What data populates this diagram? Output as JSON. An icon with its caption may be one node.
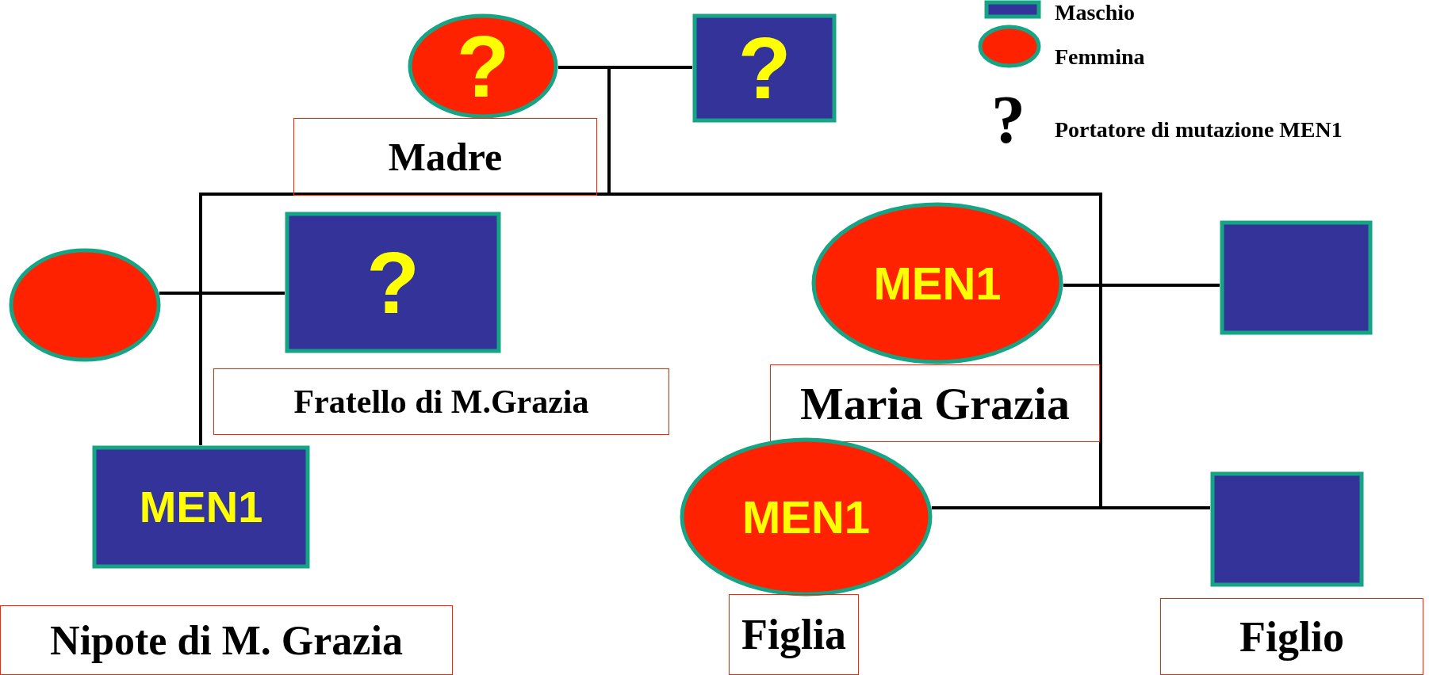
{
  "diagram": {
    "nodes": [
      {
        "text": [
          "?"
        ],
        "beside": [
          "Madre"
        ]
      },
      {
        "text": [
          "?"
        ]
      },
      {
        "text": [],
        "shape": "circle"
      },
      {
        "text": [
          "?"
        ],
        "beside": [
          "Fratello di M.Grazia"
        ]
      },
      {
        "text": [
          "MEN1"
        ],
        "beside": [
          "Nipote di M. Grazia"
        ]
      },
      {
        "text": [
          "MEN1"
        ],
        "beside": [
          "Maria Grazia"
        ]
      },
      {
        "text": [],
        "shape": "box"
      },
      {
        "text": [
          "MEN1"
        ],
        "beside": [
          "Figlia"
        ]
      },
      {
        "text": [],
        "shape": "box",
        "beside": [
          "Figlio"
        ]
      }
    ],
    "edges": [
      {
        "from": 0,
        "to": 1,
        "arrow": "none"
      },
      {
        "from": 2,
        "to": 3,
        "arrow": "none"
      },
      {
        "from": 5,
        "to": 6,
        "arrow": "none"
      },
      {
        "from": 0,
        "to": 3,
        "arrow": "none"
      },
      {
        "from": 1,
        "to": 3,
        "arrow": "none"
      },
      {
        "from": 0,
        "to": 5,
        "arrow": "none"
      },
      {
        "from": 1,
        "to": 5,
        "arrow": "none"
      },
      {
        "from": 2,
        "to": 4,
        "arrow": "none"
      },
      {
        "from": 3,
        "to": 4,
        "arrow": "none"
      },
      {
        "from": 5,
        "to": 7,
        "arrow": "none"
      },
      {
        "from": 6,
        "to": 7,
        "arrow": "none"
      },
      {
        "from": 5,
        "to": 8,
        "arrow": "none"
      },
      {
        "from": 6,
        "to": 8,
        "arrow": "none"
      }
    ],
    "labels": [
      "?"
    ],
    "legend": [
      {
        "text": "Maschio",
        "color": "#333399"
      },
      {
        "text": "Femmina",
        "color": "#ff2200"
      },
      {
        "text": "Portatore di mutazione MEN1"
      }
    ]
  }
}
